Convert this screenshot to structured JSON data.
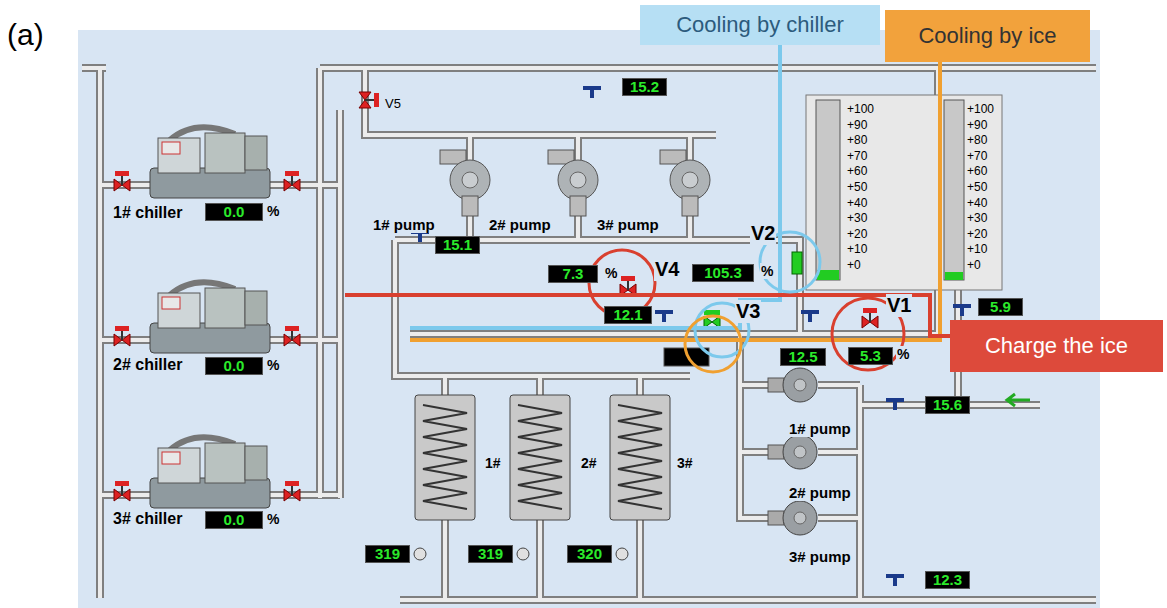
{
  "diagram": {
    "nodes": [
      {
        "text": [
          "Cooling by chiller"
        ]
      },
      {
        "text": [
          "Cooling by ice"
        ]
      },
      {
        "text": [
          "15.2"
        ]
      },
      {
        "text": [
          "0.0"
        ]
      },
      {
        "text": [
          "15.1"
        ]
      },
      {
        "text": [
          "7.3"
        ]
      },
      {
        "text": [
          "105.3"
        ]
      },
      {
        "text": [
          "12.1"
        ]
      },
      {
        "text": [
          "5.9"
        ]
      },
      {
        "text": [
          "Charge the ice"
        ]
      },
      {
        "text": [
          "12.5"
        ]
      },
      {
        "text": [
          "5.3"
        ]
      },
      {
        "text": [
          "0.0"
        ]
      },
      {
        "text": [
          "15.6"
        ]
      },
      {
        "text": [
          "0.0"
        ]
      },
      {
        "text": [
          "319"
        ]
      },
      {
        "text": [
          "319"
        ]
      },
      {
        "text": [
          "320"
        ]
      },
      {
        "text": [
          "12.3"
        ]
      }
    ],
    "labels": [
      "(a)",
      "V5",
      "1# pump",
      "2# pump",
      "3# pump",
      "1# chiller",
      "%",
      "+100",
      "+90",
      "+80",
      "+70",
      "+60",
      "+50",
      "+40",
      "+30",
      "+20",
      "+10",
      "+0",
      "+100",
      "+90",
      "+80",
      "+70",
      "+60",
      "+50",
      "+40",
      "+30",
      "+20",
      "+10",
      "+0",
      "V2",
      "%",
      "V4",
      "%",
      "V3",
      "V1",
      "%",
      "2# chiller",
      "%",
      "1#",
      "2#",
      "3#",
      "1# pump",
      "2# pump",
      "3# pump",
      "3# chiller",
      "%"
    ]
  }
}
